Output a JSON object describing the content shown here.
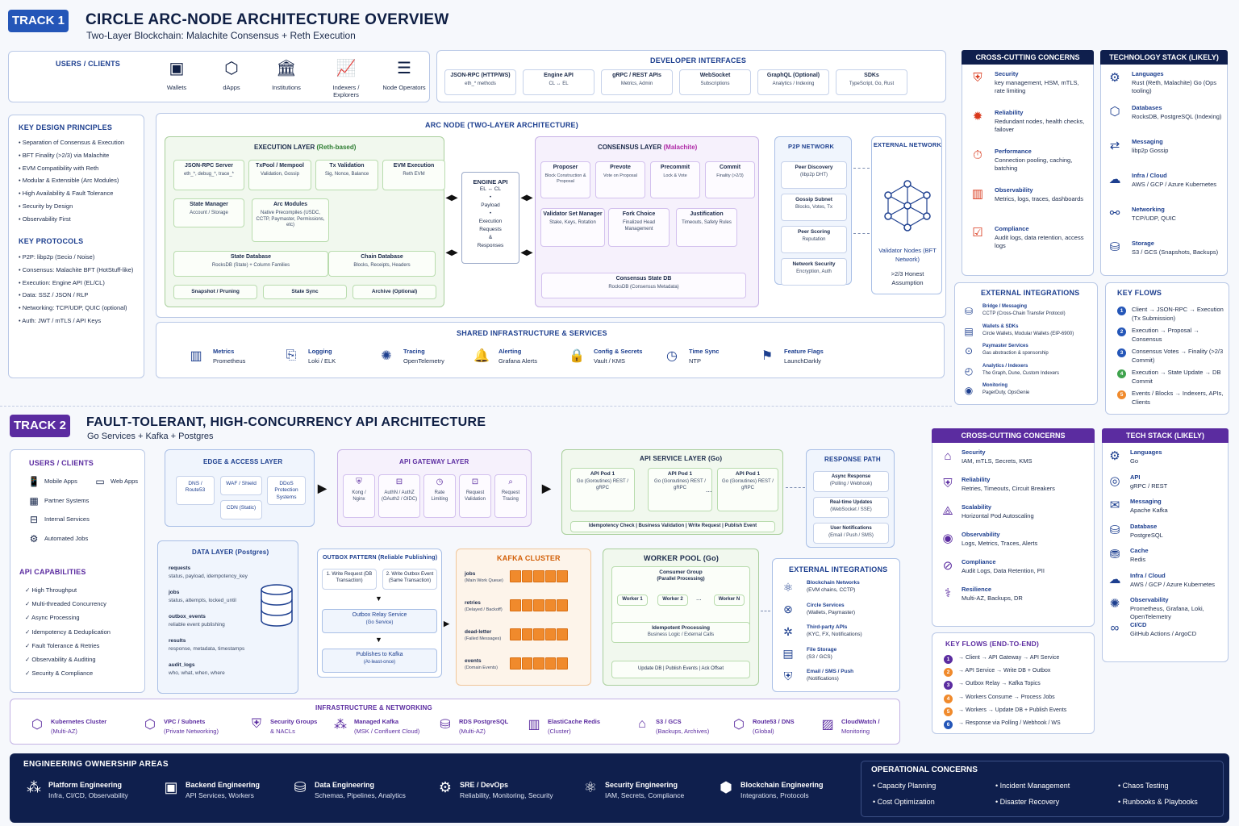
{
  "track1": {
    "badge": "TRACK 1",
    "title": "CIRCLE ARC-NODE ARCHITECTURE OVERVIEW",
    "subtitle": "Two-Layer Blockchain: Malachite Consensus + Reth Execution",
    "users": {
      "title": "USERS / CLIENTS",
      "items": [
        "Wallets",
        "dApps",
        "Institutions",
        "Indexers / Explorers",
        "Node Operators"
      ]
    },
    "dev": {
      "title": "DEVELOPER INTERFACES",
      "items": [
        {
          "t": "JSON-RPC (HTTP/WS)",
          "s": "eth_* methods"
        },
        {
          "t": "Engine API",
          "s": "CL ↔ EL"
        },
        {
          "t": "gRPC / REST APIs",
          "s": "Metrics, Admin"
        },
        {
          "t": "WebSocket",
          "s": "Subscriptions"
        },
        {
          "t": "GraphQL (Optional)",
          "s": "Analytics / Indexing"
        },
        {
          "t": "SDKs",
          "s": "TypeScript, Go, Rust"
        }
      ]
    },
    "principles": {
      "title": "KEY DESIGN PRINCIPLES",
      "items": [
        "Separation of Consensus & Execution",
        "BFT Finality (>2/3) via Malachite",
        "EVM Compatibility with Reth",
        "Modular & Extensible (Arc Modules)",
        "High Availability & Fault Tolerance",
        "Security by Design",
        "Observability First"
      ]
    },
    "protocols": {
      "title": "KEY PROTOCOLS",
      "items": [
        "P2P: libp2p (Secio / Noise)",
        "Consensus: Malachite BFT (HotStuff-like)",
        "Execution: Engine API (EL/CL)",
        "Data: SSZ / JSON / RLP",
        "Networking: TCP/UDP, QUIC (optional)",
        "Auth: JWT / mTLS / API Keys"
      ]
    },
    "arc": {
      "title": "ARC NODE (TWO-LAYER ARCHITECTURE)",
      "exec_title": "EXECUTION LAYER",
      "exec_sub": "(Reth-based)",
      "exec_row1": [
        {
          "t": "JSON-RPC Server",
          "s": "eth_*, debug_*, trace_*"
        },
        {
          "t": "TxPool / Mempool",
          "s": "Validation, Gossip"
        },
        {
          "t": "Tx Validation",
          "s": "Sig, Nonce, Balance"
        },
        {
          "t": "EVM Execution",
          "s": "Reth EVM"
        }
      ],
      "state_manager": {
        "t": "State Manager",
        "s": "Account / Storage"
      },
      "arc_modules": {
        "t": "Arc Modules",
        "s": "Native Precompiles (USDC, CCTP, Paymaster, Permissions, etc)"
      },
      "state_db": {
        "t": "State Database",
        "s": "RocksDB (State) + Column Families"
      },
      "chain_db": {
        "t": "Chain Database",
        "s": "Blocks, Receipts, Headers"
      },
      "exec_bottom": [
        "Snapshot / Pruning",
        "State Sync",
        "Archive (Optional)"
      ],
      "engine": {
        "t": "ENGINE API",
        "lines": [
          "EL ↔ CL",
          "•",
          "Payload",
          "•",
          "Execution",
          "Requests",
          "&",
          "Responses"
        ]
      },
      "cons_title": "CONSENSUS LAYER",
      "cons_sub": "(Malachite)",
      "cons_row1": [
        {
          "t": "Proposer",
          "s": "Block Construction & Proposal"
        },
        {
          "t": "Prevote",
          "s": "Vote on Proposal"
        },
        {
          "t": "Precommit",
          "s": "Lock & Vote"
        },
        {
          "t": "Commit",
          "s": "Finality (>2/3)"
        }
      ],
      "cons_row2": [
        {
          "t": "Validator Set Manager",
          "s": "Stake, Keys, Rotation"
        },
        {
          "t": "Fork Choice",
          "s": "Finalized Head Management"
        },
        {
          "t": "Justification",
          "s": "Timeouts, Safety Rules"
        }
      ],
      "cons_db": {
        "t": "Consensus State DB",
        "s": "RocksDB (Consensus Metadata)"
      },
      "p2p_title": "P2P NETWORK",
      "p2p": [
        {
          "t": "Peer Discovery",
          "s": "(libp2p DHT)"
        },
        {
          "t": "Gossip Subnet",
          "s": "Blocks, Votes, Tx"
        },
        {
          "t": "Peer Scoring",
          "s": "Reputation"
        },
        {
          "t": "Network Security",
          "s": "Encryption, Auth"
        }
      ],
      "ext_title": "EXTERNAL NETWORK",
      "ext_nodes": "Validator Nodes (BFT Network)",
      "ext_assume": ">2/3 Honest Assumption"
    },
    "shared": {
      "title": "SHARED INFRASTRUCTURE & SERVICES",
      "items": [
        {
          "t": "Metrics",
          "s": "Prometheus"
        },
        {
          "t": "Logging",
          "s": "Loki / ELK"
        },
        {
          "t": "Tracing",
          "s": "OpenTelemetry"
        },
        {
          "t": "Alerting",
          "s": "Grafana Alerts"
        },
        {
          "t": "Config & Secrets",
          "s": "Vault / KMS"
        },
        {
          "t": "Time Sync",
          "s": "NTP"
        },
        {
          "t": "Feature Flags",
          "s": "LaunchDarkly"
        }
      ]
    },
    "cross": {
      "title": "CROSS-CUTTING CONCERNS",
      "items": [
        {
          "t": "Security",
          "s": "key management, HSM, mTLS, rate limiting"
        },
        {
          "t": "Reliability",
          "s": "Redundant nodes, health checks, failover"
        },
        {
          "t": "Performance",
          "s": "Connection pooling, caching, batching"
        },
        {
          "t": "Observability",
          "s": "Metrics, logs, traces, dashboards"
        },
        {
          "t": "Compliance",
          "s": "Audit logs, data retention, access logs"
        }
      ]
    },
    "tech": {
      "title": "TECHNOLOGY STACK (LIKELY)",
      "items": [
        {
          "t": "Languages",
          "s": "Rust (Reth, Malachite) Go (Ops tooling)"
        },
        {
          "t": "Databases",
          "s": "RocksDB, PostgreSQL (Indexing)"
        },
        {
          "t": "Messaging",
          "s": "libp2p Gossip"
        },
        {
          "t": "Infra / Cloud",
          "s": "AWS / GCP / Azure Kubernetes"
        },
        {
          "t": "Networking",
          "s": "TCP/UDP, QUIC"
        },
        {
          "t": "Storage",
          "s": "S3 / GCS (Snapshots, Backups)"
        }
      ]
    },
    "ext_int": {
      "title": "EXTERNAL INTEGRATIONS",
      "items": [
        {
          "t": "Bridge / Messaging",
          "s": "CCTP (Cross-Chain Transfer Protocol)"
        },
        {
          "t": "Wallets & SDKs",
          "s": "Circle Wallets, Modular Wallets (EIP-6900)"
        },
        {
          "t": "Paymaster Services",
          "s": "Gas abstraction & sponsorship"
        },
        {
          "t": "Analytics / Indexers",
          "s": "The Graph, Dune, Custom Indexers"
        },
        {
          "t": "Monitoring",
          "s": "PagerDuty, OpsGenie"
        }
      ]
    },
    "flows": {
      "title": "KEY FLOWS",
      "items": [
        "Client → JSON-RPC → Execution (Tx Submission)",
        "Execution → Proposal → Consensus",
        "Consensus Votes → Finality (>2/3 Commit)",
        "Execution → State Update → DB Commit",
        "Events / Blocks → Indexers, APIs, Clients"
      ],
      "nums": [
        "1",
        "2",
        "3",
        "4",
        "5"
      ],
      "colors": [
        "#2456b8",
        "#2456b8",
        "#2456b8",
        "#3fa34d",
        "#f08a2c"
      ]
    }
  },
  "track2": {
    "badge": "TRACK 2",
    "title": "FAULT-TOLERANT, HIGH-CONCURRENCY API ARCHITECTURE",
    "subtitle": "Go Services + Kafka + Postgres",
    "users": {
      "title": "USERS / CLIENTS",
      "items": [
        "Mobile Apps",
        "Web Apps",
        "Partner Systems",
        "Internal Services",
        "Automated Jobs"
      ]
    },
    "caps": {
      "title": "API CAPABILITIES",
      "items": [
        "✓ High Throughput",
        "✓ Multi-threaded Concurrency",
        "✓ Async Processing",
        "✓ Idempotency & Deduplication",
        "✓ Fault Tolerance & Retries",
        "✓ Observability & Auditing",
        "✓ Security & Compliance"
      ]
    },
    "edge": {
      "title": "EDGE & ACCESS LAYER",
      "items": [
        {
          "t": "DNS / Route53"
        },
        {
          "t": "WAF / Shield"
        },
        {
          "t": "DDoS Protection Systems"
        },
        {
          "t": "CDN (Static)"
        }
      ]
    },
    "gateway": {
      "title": "API GATEWAY LAYER",
      "items": [
        "Kong / Nginx",
        "AuthN / AuthZ (OAuth2 / OIDC)",
        "Rate Limiting",
        "Request Validation",
        "Request Tracing"
      ]
    },
    "service": {
      "title": "API SERVICE LAYER (Go)",
      "pods": [
        {
          "t": "API Pod 1",
          "s": "Go (Goroutines) REST / gRPC"
        },
        {
          "t": "API Pod 1",
          "s": "Go (Goroutines) REST / gRPC"
        },
        {
          "t": "API Pod 1",
          "s": "Go (Goroutines) REST / gRPC"
        }
      ],
      "ellipsis": "...",
      "bar": "Idempotency Check  |  Business Validation  |  Write Request  |  Publish Event"
    },
    "response": {
      "title": "RESPONSE PATH",
      "items": [
        {
          "t": "Async Response",
          "s": "(Polling / Webhook)"
        },
        {
          "t": "Real-time Updates",
          "s": "(WebSocket / SSE)"
        },
        {
          "t": "User Notifications",
          "s": "(Email / Push / SMS)"
        }
      ]
    },
    "data": {
      "title": "DATA LAYER (Postgres)",
      "items": [
        {
          "t": "requests",
          "s": "status, payload, idempotency_key"
        },
        {
          "t": "jobs",
          "s": "status, attempts, locked_until"
        },
        {
          "t": "outbox_events",
          "s": "reliable event publishing"
        },
        {
          "t": "results",
          "s": "response, metadata, timestamps"
        },
        {
          "t": "audit_logs",
          "s": "who, what, when, where"
        }
      ]
    },
    "outbox": {
      "title": "OUTBOX PATTERN (Reliable Publishing)",
      "step1": "1. Write Request (DB Transaction)",
      "step2": "2. Write Outbox Event (Same Transaction)",
      "relay": {
        "t": "Outbox Relay Service",
        "s": "(Go Service)"
      },
      "publish": {
        "t": "Publishes to Kafka",
        "s": "(At-least-once)"
      }
    },
    "kafka": {
      "title": "KAFKA CLUSTER",
      "topics": [
        {
          "t": "jobs",
          "s": "(Main Work Queue)"
        },
        {
          "t": "retries",
          "s": "(Delayed / Backoff)"
        },
        {
          "t": "dead-letter",
          "s": "(Failed Messages)"
        },
        {
          "t": "events",
          "s": "(Domain Events)"
        }
      ]
    },
    "worker": {
      "title": "WORKER POOL (Go)",
      "group": {
        "t": "Consumer Group",
        "s": "(Parallel Processing)"
      },
      "workers": [
        "Worker 1",
        "Worker 2",
        "Worker N"
      ],
      "ellipsis": "...",
      "proc": {
        "t": "Idempotent Processing",
        "s": "Business Logic / External Calls"
      },
      "bar": "Update DB  |  Publish Events  |  Ack Offset"
    },
    "ext_int": {
      "title": "EXTERNAL INTEGRATIONS",
      "items": [
        {
          "t": "Blockchain Networks",
          "s": "(EVM chains, CCTP)"
        },
        {
          "t": "Circle Services",
          "s": "(Wallets, Paymaster)"
        },
        {
          "t": "Third-party APIs",
          "s": "(KYC, FX, Notifications)"
        },
        {
          "t": "File Storage",
          "s": "(S3 / GCS)"
        },
        {
          "t": "Email / SMS / Push",
          "s": "(Notifications)"
        }
      ]
    },
    "infra": {
      "title": "INFRASTRUCTURE & NETWORKING",
      "items": [
        {
          "t": "Kubernetes Cluster",
          "s": "(Multi-AZ)"
        },
        {
          "t": "VPC / Subnets",
          "s": "(Private Networking)"
        },
        {
          "t": "Security Groups",
          "s": "& NACLs"
        },
        {
          "t": "Managed Kafka",
          "s": "(MSK / Confluent Cloud)"
        },
        {
          "t": "RDS PostgreSQL",
          "s": "(Multi-AZ)"
        },
        {
          "t": "ElastiCache Redis",
          "s": "(Cluster)"
        },
        {
          "t": "S3 / GCS",
          "s": "(Backups, Archives)"
        },
        {
          "t": "Route53 / DNS",
          "s": "(Global)"
        },
        {
          "t": "CloudWatch /",
          "s": "Monitoring"
        }
      ]
    },
    "cross": {
      "title": "CROSS-CUTTING CONCERNS",
      "items": [
        {
          "t": "Security",
          "s": "IAM, mTLS, Secrets, KMS"
        },
        {
          "t": "Reliability",
          "s": "Retries, Timeouts, Circuit Breakers"
        },
        {
          "t": "Scalability",
          "s": "Horizontal Pod Autoscaling"
        },
        {
          "t": "Observability",
          "s": "Logs, Metrics, Traces, Alerts"
        },
        {
          "t": "Compliance",
          "s": "Audit Logs, Data Retention, PII"
        },
        {
          "t": "Resilience",
          "s": "Multi-AZ, Backups, DR"
        }
      ]
    },
    "tech": {
      "title": "TECH STACK (LIKELY)",
      "items": [
        {
          "t": "Languages",
          "s": "Go"
        },
        {
          "t": "API",
          "s": "gRPC / REST"
        },
        {
          "t": "Messaging",
          "s": "Apache Kafka"
        },
        {
          "t": "Database",
          "s": "PostgreSQL"
        },
        {
          "t": "Cache",
          "s": "Redis"
        },
        {
          "t": "Infra / Cloud",
          "s": "AWS / GCP / Azure Kubernetes"
        },
        {
          "t": "Observability",
          "s": "Prometheus, Grafana, Loki, OpenTelemetry"
        },
        {
          "t": "CI/CD",
          "s": "GitHub Actions / ArgoCD"
        }
      ]
    },
    "flows": {
      "title": "KEY FLOWS (END-TO-END)",
      "items": [
        "→ Client → API Gateway → API Service",
        "→ API Service → Write DB + Outbox",
        "→ Outbox Relay → Kafka Topics",
        "→ Workers Consume → Process Jobs",
        "→ Workers → Update DB + Publish Events",
        "→ Response via Polling / Webhook / WS"
      ],
      "nums": [
        "1",
        "2",
        "3",
        "4",
        "5",
        "6"
      ],
      "colors": [
        "#5b2ca0",
        "#f08a2c",
        "#5b2ca0",
        "#f08a2c",
        "#f08a2c",
        "#2456b8"
      ]
    }
  },
  "ownership": {
    "title": "ENGINEERING OWNERSHIP AREAS",
    "items": [
      {
        "t": "Platform Engineering",
        "s": "Infra, CI/CD, Observability"
      },
      {
        "t": "Backend Engineering",
        "s": "API Services, Workers"
      },
      {
        "t": "Data Engineering",
        "s": "Schemas, Pipelines, Analytics"
      },
      {
        "t": "SRE / DevOps",
        "s": "Reliability, Monitoring, Security"
      },
      {
        "t": "Security Engineering",
        "s": "IAM, Secrets, Compliance"
      },
      {
        "t": "Blockchain Engineering",
        "s": "Integrations, Protocols"
      }
    ],
    "ops_title": "OPERATIONAL CONCERNS",
    "ops": [
      "Capacity Planning",
      "Incident Management",
      "Chaos Testing",
      "Cost Optimization",
      "Disaster Recovery",
      "Runbooks & Playbooks"
    ]
  },
  "colors": {
    "blue": "#2456b8",
    "navy": "#0f1f4d",
    "purple": "#5b2ca0",
    "orange": "#f08a2c",
    "green": "#3fa34d"
  }
}
